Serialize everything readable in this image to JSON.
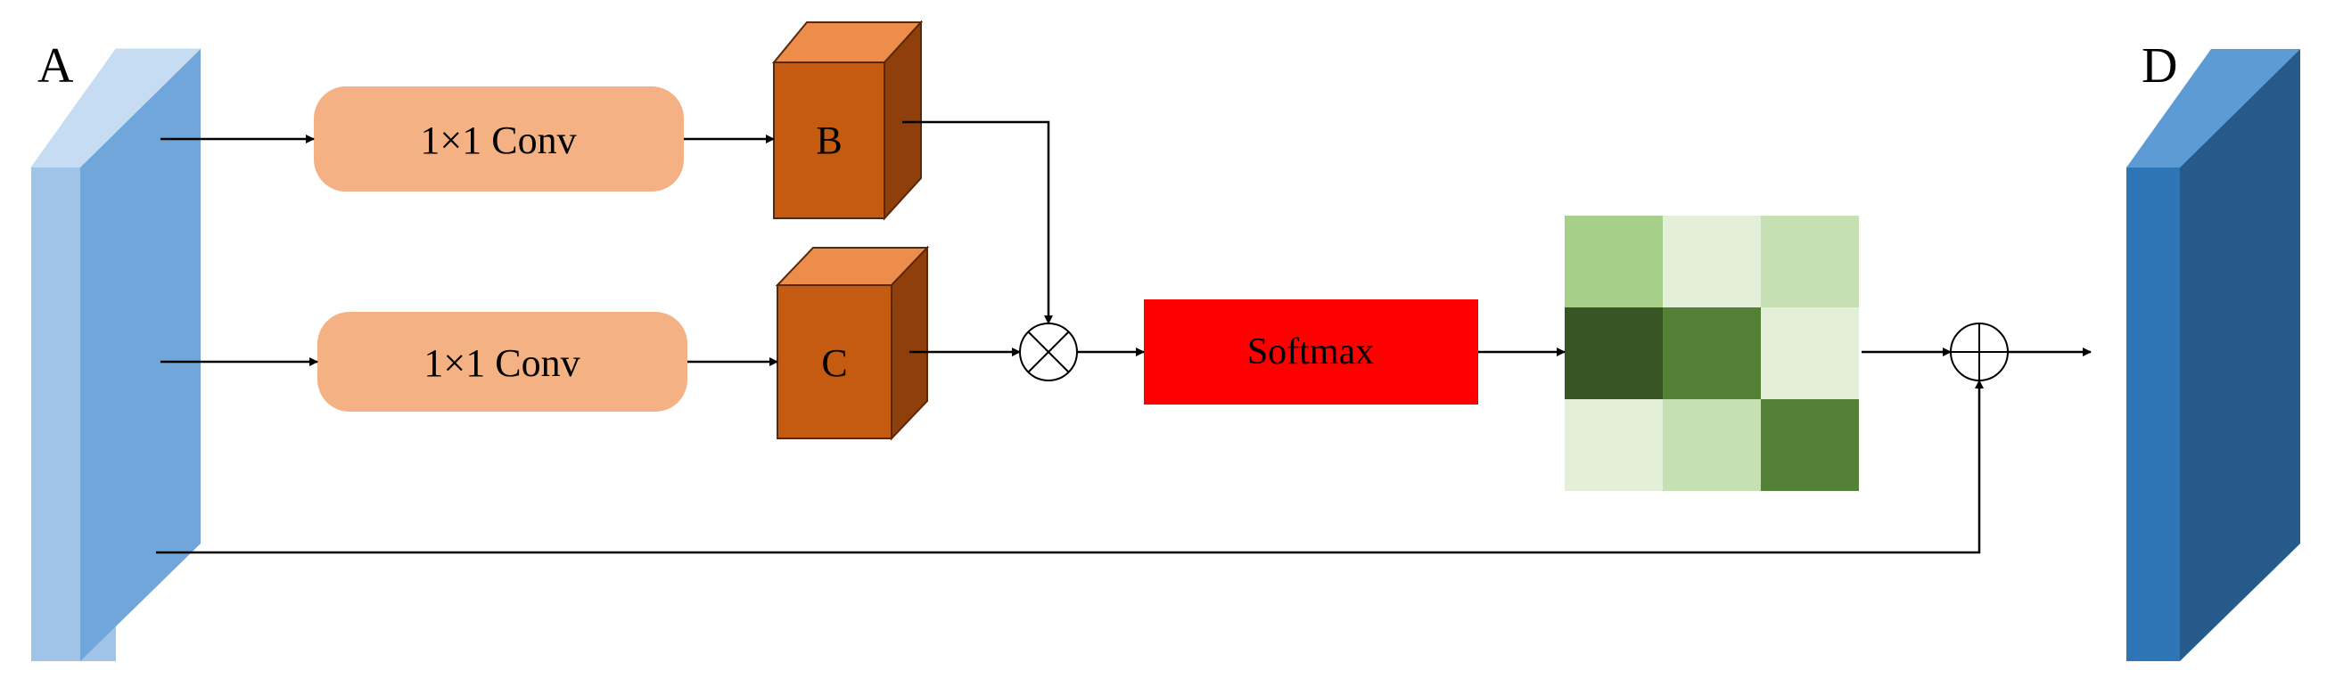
{
  "labels": {
    "input": "A",
    "branch_b": "B",
    "branch_c": "C",
    "output": "D"
  },
  "blocks": {
    "conv_top": "1×1 Conv",
    "conv_bottom": "1×1 Conv",
    "softmax": "Softmax"
  },
  "operators": {
    "multiply": "⊗",
    "add": "⊕"
  },
  "attention_map": {
    "grid": [
      [
        "#a6cf8a",
        "#e3efd9",
        "#c6e0b4"
      ],
      [
        "#375623",
        "#538135",
        "#e3efd9"
      ],
      [
        "#e3efd9",
        "#c6e0b4",
        "#538135"
      ]
    ]
  },
  "colors": {
    "input_front": "#a0c4e8",
    "input_side": "#70a6d9",
    "input_top": "#c5dcf2",
    "output_front": "#2e75b6",
    "output_side": "#255a8a",
    "output_top": "#5d9bd5",
    "conv_fill": "#f4b183",
    "cube_front": "#c55a11",
    "cube_top": "#ed8d4c",
    "cube_side": "#8f3f0c",
    "softmax_fill": "#ff0000"
  }
}
